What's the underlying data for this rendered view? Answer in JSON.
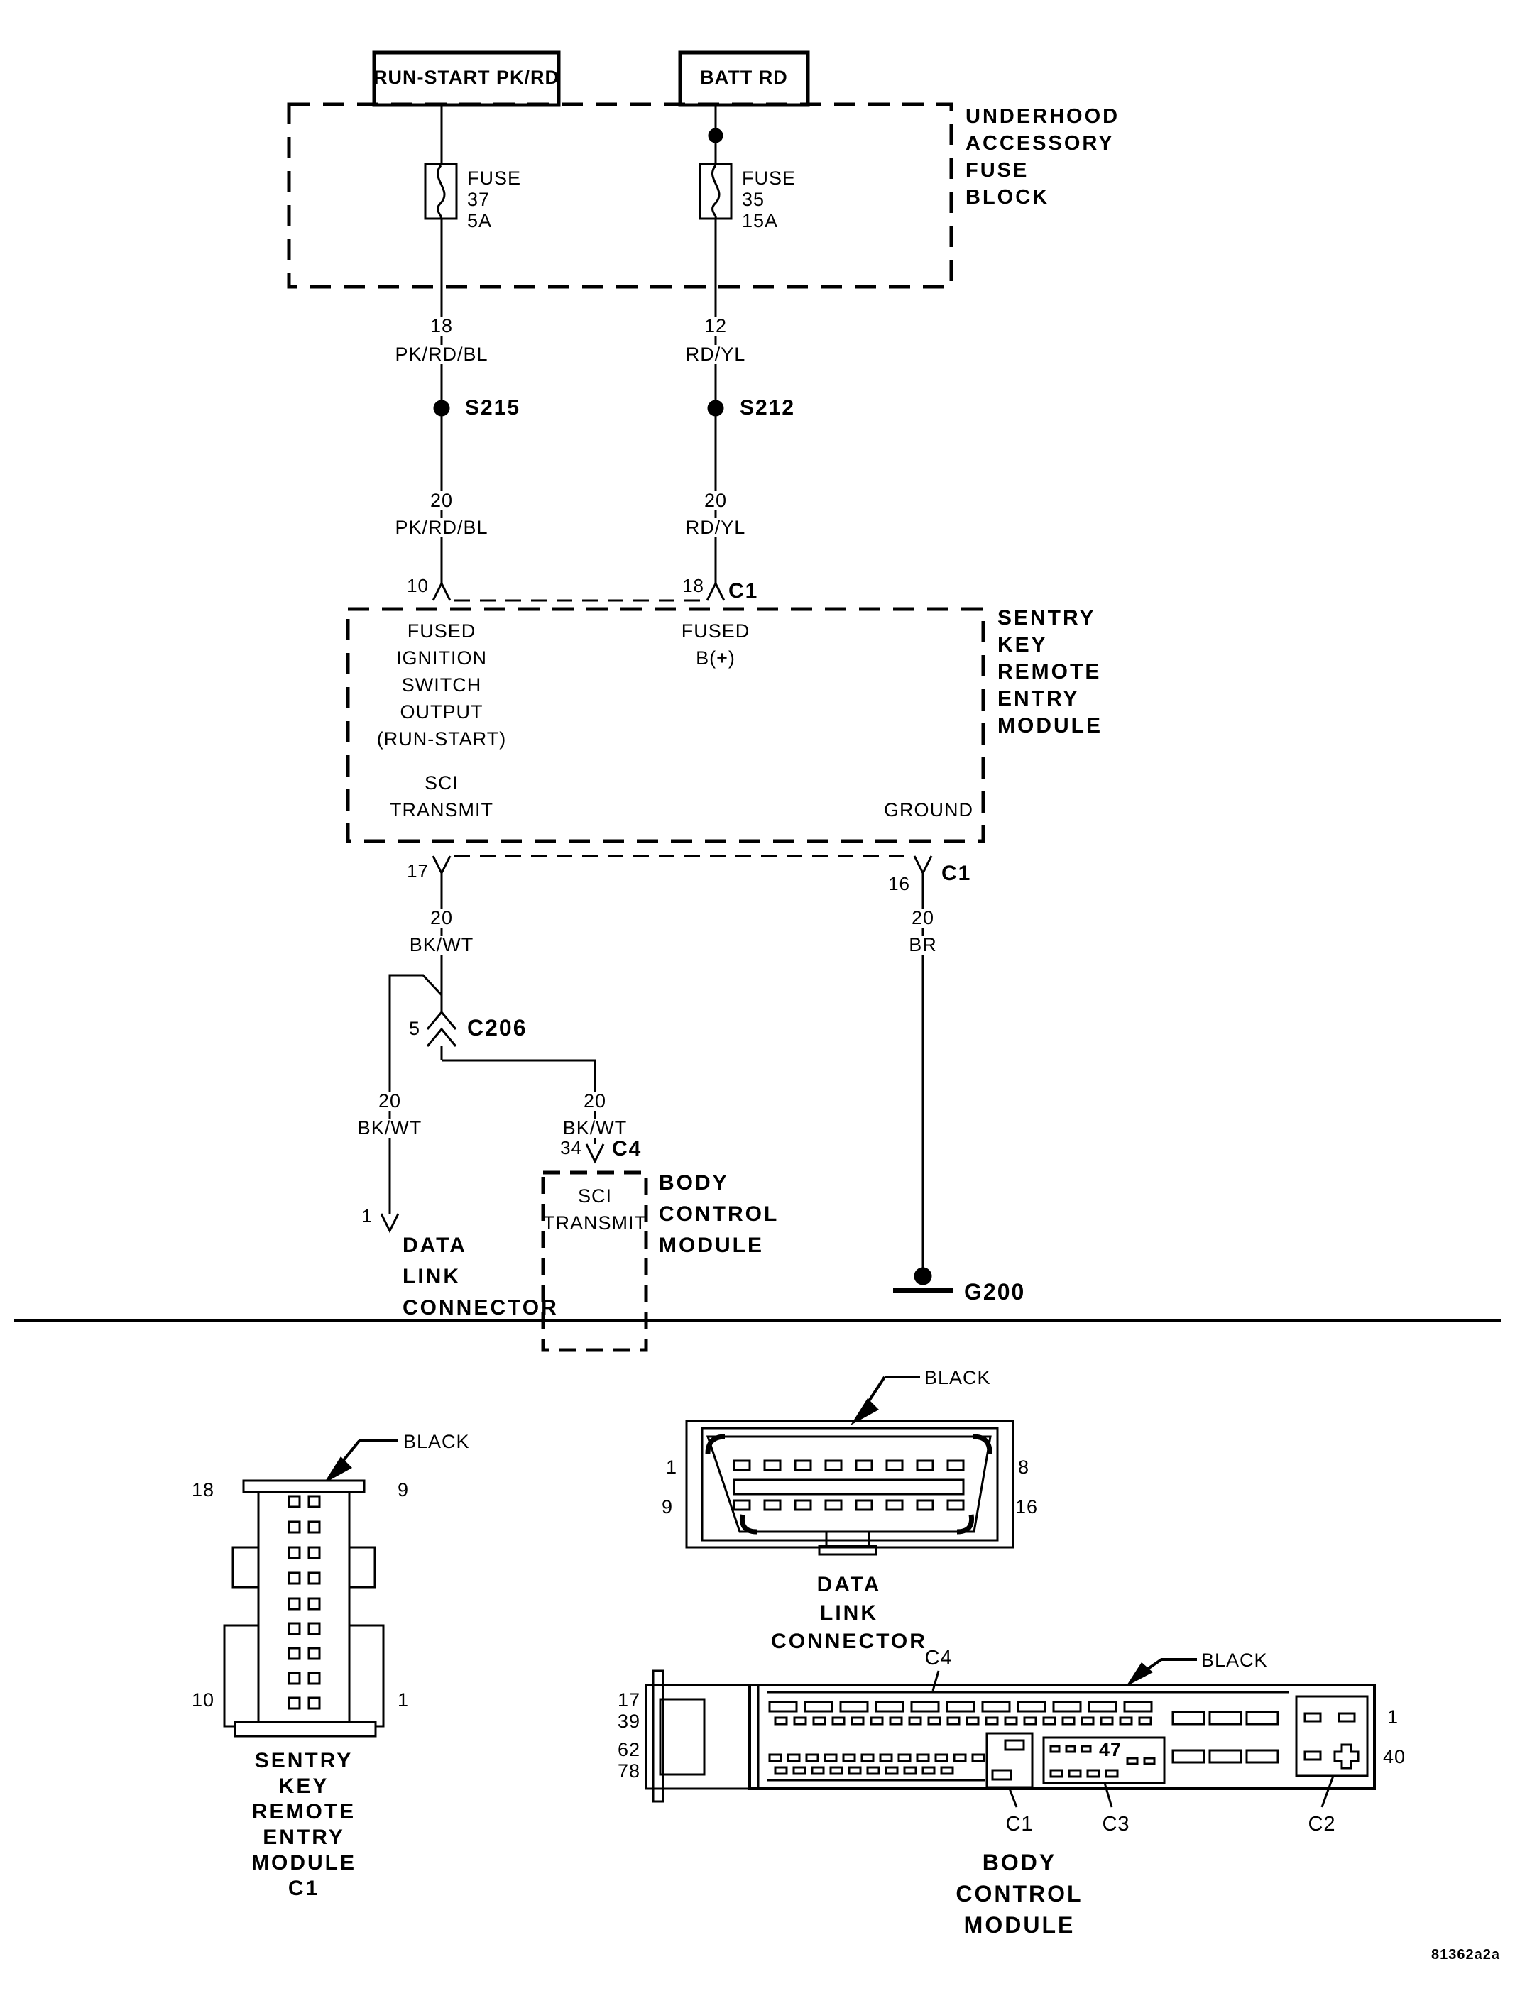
{
  "page": {
    "background": "#ffffff",
    "ink": "#000000"
  },
  "schematic": {
    "feed_boxes": [
      {
        "label": "RUN-START PK/RD"
      },
      {
        "label": "BATT RD"
      }
    ],
    "fuse_block": {
      "name_lines": [
        "UNDERHOOD",
        "ACCESSORY",
        "FUSE",
        "BLOCK"
      ],
      "fuses": [
        {
          "name": "FUSE",
          "number": "37",
          "rating": "5A"
        },
        {
          "name": "FUSE",
          "number": "35",
          "rating": "15A"
        }
      ]
    },
    "splices": [
      {
        "id": "S215"
      },
      {
        "id": "S212"
      }
    ],
    "wire_labels": {
      "left_upper": {
        "gauge": "18",
        "color": "PK/RD/BL"
      },
      "right_upper": {
        "gauge": "12",
        "color": "RD/YL"
      },
      "left_lower": {
        "gauge": "20",
        "color": "PK/RD/BL"
      },
      "right_lower": {
        "gauge": "20",
        "color": "RD/YL"
      },
      "sci_main": {
        "gauge": "20",
        "color": "BK/WT"
      },
      "sci_dlc": {
        "gauge": "20",
        "color": "BK/WT"
      },
      "sci_bcm": {
        "gauge": "20",
        "color": "BK/WT"
      },
      "ground": {
        "gauge": "20",
        "color": "BR"
      }
    },
    "skrem_module": {
      "pin_in_left": "10",
      "pin_in_right": "18",
      "conn_in": "C1",
      "fn_ign_lines": [
        "FUSED",
        "IGNITION",
        "SWITCH",
        "OUTPUT",
        "(RUN-START)"
      ],
      "fn_batt_lines": [
        "FUSED",
        "B(+)"
      ],
      "fn_sci_lines": [
        "SCI",
        "TRANSMIT"
      ],
      "fn_ground": "GROUND",
      "pin_out_left": "17",
      "pin_out_right": "16",
      "conn_out": "C1",
      "name_lines": [
        "SENTRY",
        "KEY",
        "REMOTE",
        "ENTRY",
        "MODULE"
      ]
    },
    "c206": {
      "pin": "5",
      "id": "C206"
    },
    "dlc_ref": {
      "pin": "1",
      "name_lines": [
        "DATA",
        "LINK",
        "CONNECTOR"
      ]
    },
    "bcm_ref": {
      "pin": "34",
      "conn": "C4",
      "fn_lines": [
        "SCI",
        "TRANSMIT"
      ],
      "name_lines": [
        "BODY",
        "CONTROL",
        "MODULE"
      ]
    },
    "ground_ref": {
      "id": "G200"
    }
  },
  "pinouts": {
    "skrem": {
      "color": "BLACK",
      "pin_top_left": "18",
      "pin_top_right": "9",
      "pin_bottom_left": "10",
      "pin_bottom_right": "1",
      "caption_lines": [
        "SENTRY",
        "KEY",
        "REMOTE",
        "ENTRY",
        "MODULE",
        "C1"
      ]
    },
    "dlc": {
      "color": "BLACK",
      "pin_top_left": "1",
      "pin_top_right": "8",
      "pin_bottom_left": "9",
      "pin_bottom_right": "16",
      "caption_lines": [
        "DATA",
        "LINK",
        "CONNECTOR"
      ]
    },
    "bcm": {
      "color": "BLACK",
      "conn_top": "C4",
      "left_pins": [
        "17",
        "39",
        "62",
        "78"
      ],
      "right_pin_top": "1",
      "right_pin_bottom": "40",
      "inner_pin": "47",
      "conn_bottom_left": "C1",
      "conn_bottom_mid": "C3",
      "conn_bottom_right": "C2",
      "caption_lines": [
        "BODY",
        "CONTROL",
        "MODULE"
      ]
    }
  },
  "footer": {
    "doc_id": "81362a2a"
  }
}
